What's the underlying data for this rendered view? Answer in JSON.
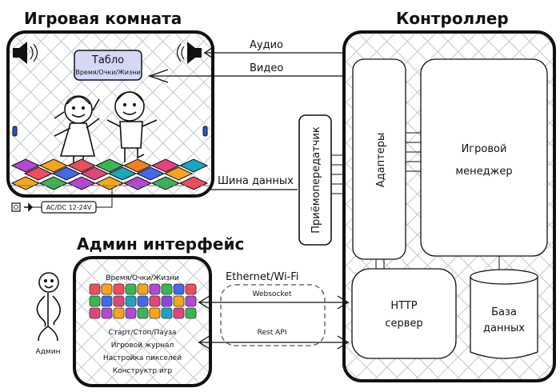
{
  "game_room": {
    "title": "Игровая комната",
    "scoreboard": {
      "title": "Табло",
      "subtitle": "Время/Очки/Жизни",
      "fill": "#d4d8f5"
    },
    "floor_tiles_colors": [
      "#b447d4",
      "#f7a51b",
      "#ef4d5b",
      "#3cb554",
      "#f7801b",
      "#e2457e",
      "#1ba6c0",
      "#ef4d5b",
      "#4569e8",
      "#e2457e",
      "#1ba6c0",
      "#4569e8",
      "#f7a51b",
      "#f7a51b",
      "#3cb554",
      "#b447d4",
      "#f7a51b",
      "#b447d4",
      "#3cb554",
      "#ef4d5b"
    ],
    "power_label": "AC/DC 12-24V",
    "data_bus_label": "Шина данных"
  },
  "links": {
    "audio": "Аудио",
    "video": "Видео",
    "ethernet": "Ethernet/Wi-Fi",
    "websocket": "Websocket",
    "rest_api": "Rest API"
  },
  "transceiver": {
    "label": "Приёмопередатчик"
  },
  "controller": {
    "title": "Контроллер",
    "adapters": "Адаптеры",
    "game_manager_line1": "Игровой",
    "game_manager_line2": "менеджер",
    "http_line1": "HTTP",
    "http_line2": "сервер",
    "db_line1": "База",
    "db_line2": "данных"
  },
  "admin": {
    "title": "Админ интерфейс",
    "actor_label": "Админ",
    "grid_title": "Время/Очки/Жизни",
    "grid_colors": [
      [
        "#ef4d5b",
        "#f7a51b",
        "#ef4d5b",
        "#3cb554",
        "#f7a51b",
        "#b447d4",
        "#3cb554",
        "#4569e8",
        "#ef4d5b"
      ],
      [
        "#3cb554",
        "#4569e8",
        "#e2457e",
        "#1ba6c0",
        "#4569e8",
        "#e2457e",
        "#8a46e0",
        "#f7a51b",
        "#b447d4"
      ],
      [
        "#e2457e",
        "#b447d4",
        "#f7a51b",
        "#b447d4",
        "#3cb554",
        "#f7a51b",
        "#1ba6c0",
        "#e2457e",
        "#3cb554"
      ]
    ],
    "menu": [
      "Старт/Стоп/Пауза",
      "Игровой журнал",
      "Настройка пикселей",
      "Конструктр игр"
    ]
  },
  "colors": {
    "hatch": "#c5ccd6",
    "stroke": "#111111"
  }
}
